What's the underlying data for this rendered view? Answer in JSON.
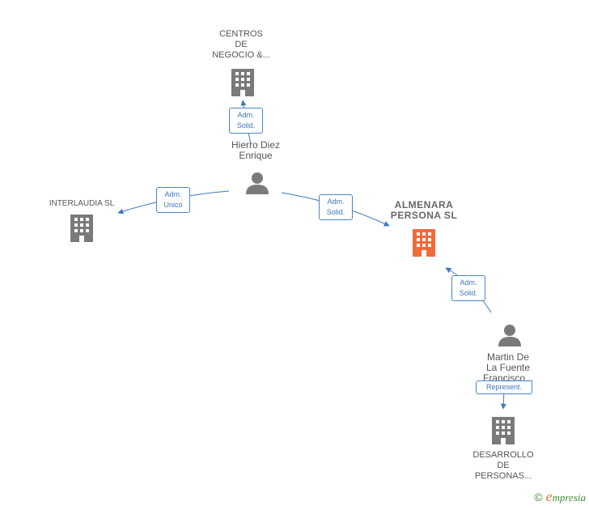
{
  "nodes": {
    "centros": {
      "label": "CENTROS\nDE\nNEGOCIO &...",
      "type": "company",
      "color": "#7a7a7a"
    },
    "hierro": {
      "label": "Hierro Diez\nEnrique",
      "type": "person",
      "color": "#7a7a7a"
    },
    "interlaudia": {
      "label": "INTERLAUDIA SL",
      "type": "company",
      "color": "#7a7a7a"
    },
    "almenara": {
      "label": "ALMENARA\nPERSONA SL",
      "type": "company",
      "color": "#f26a3a"
    },
    "martin": {
      "label": "Martin De\nLa Fuente\nFrancisco...",
      "type": "person",
      "color": "#7a7a7a"
    },
    "desarrollo": {
      "label": "DESARROLLO\nDE\nPERSONAS...",
      "type": "company",
      "color": "#7a7a7a"
    }
  },
  "edges": {
    "hierro_centros": "Adm.\nSolid.",
    "hierro_interlaudia": "Adm.\nUnico",
    "hierro_almenara": "Adm.\nSolid.",
    "martin_almenara": "Adm.\nSolid.",
    "martin_desarrollo": "Represent."
  },
  "colors": {
    "edge": "#3e78bf",
    "accent": "#f26a3a"
  },
  "footer": {
    "copyright": "©",
    "brand_initial": "e",
    "brand_rest": "mpresia"
  }
}
